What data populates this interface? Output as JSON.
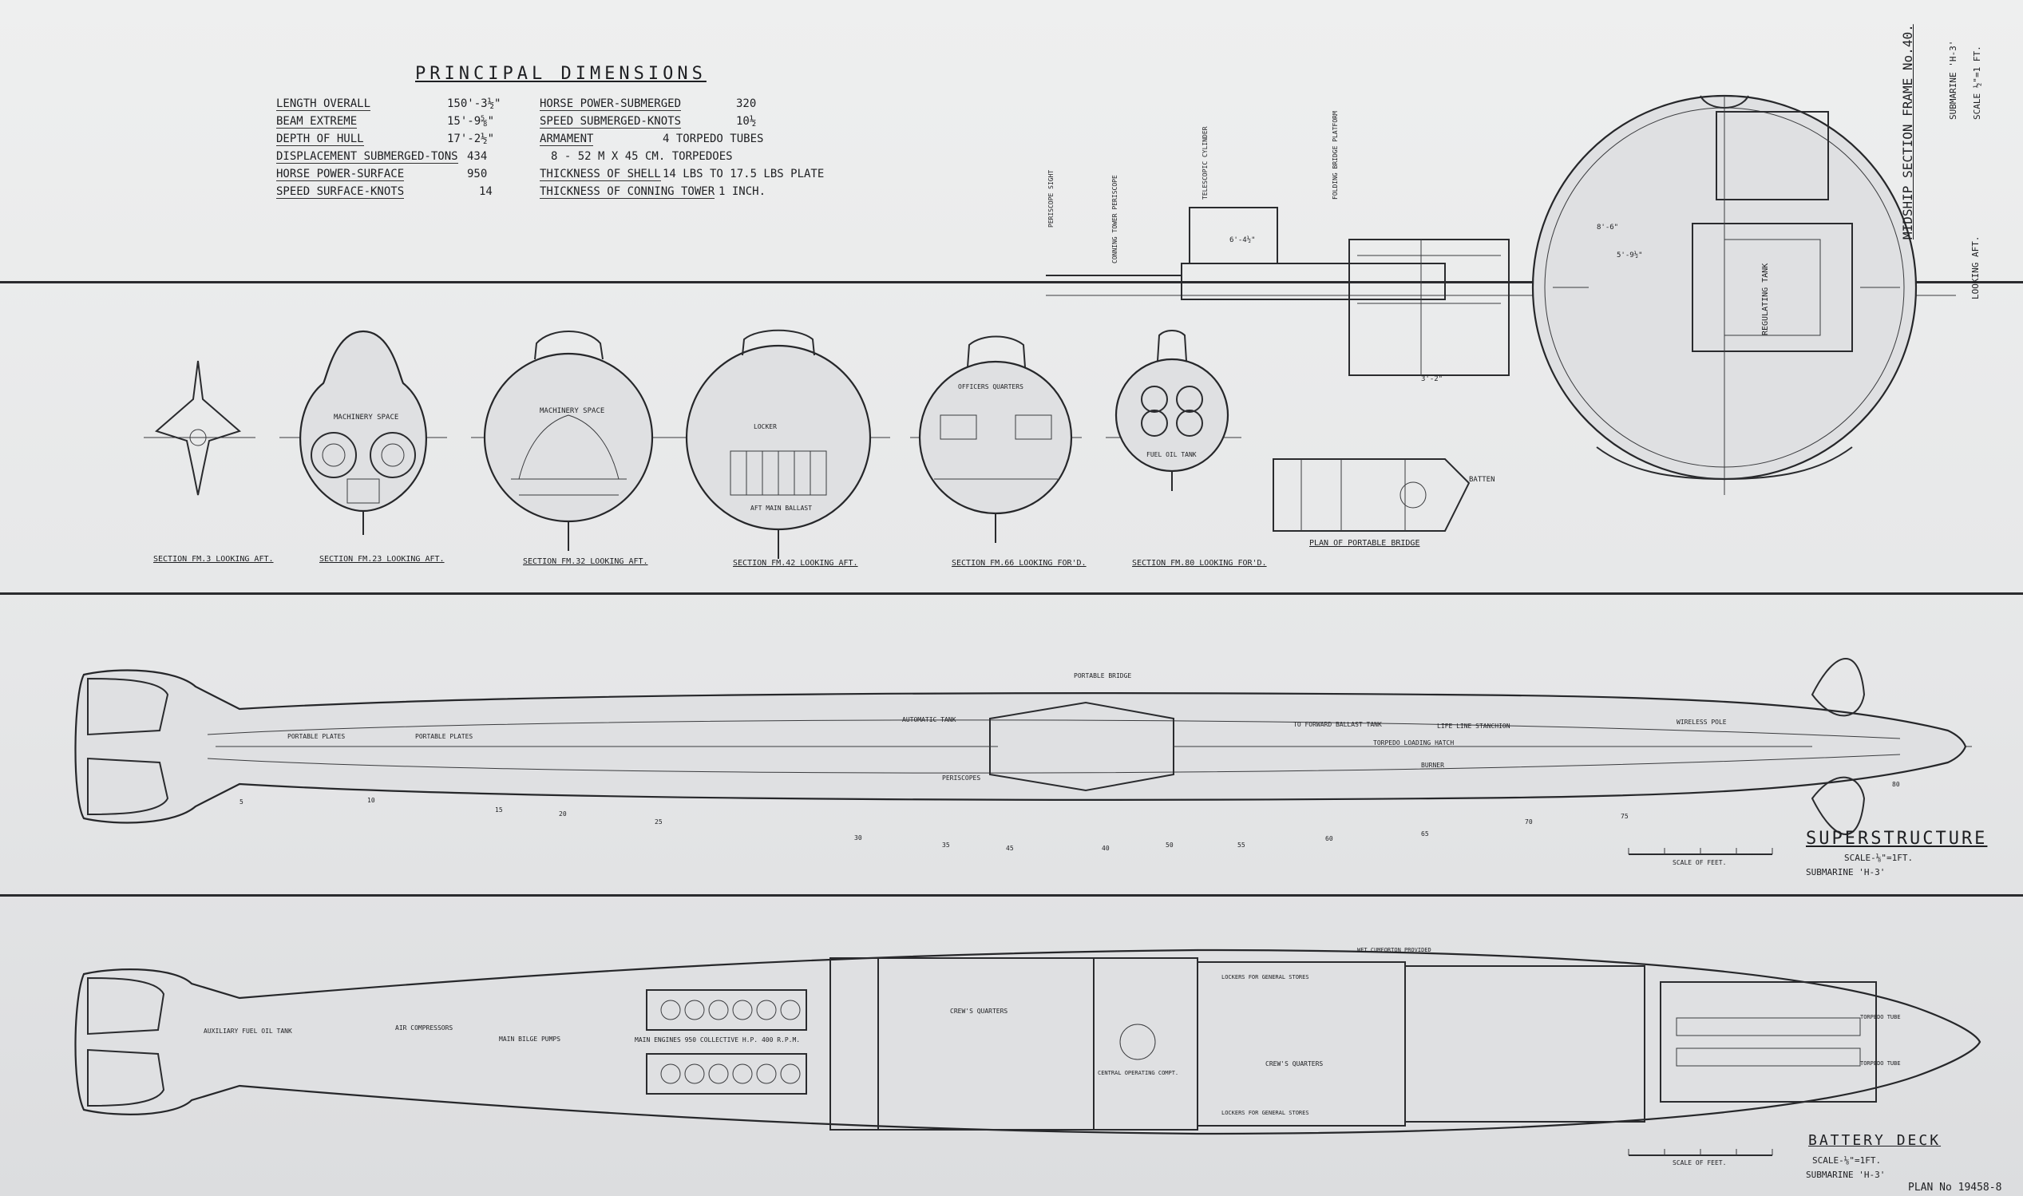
{
  "principal_dimensions": {
    "title": "PRINCIPAL DIMENSIONS",
    "left": [
      {
        "label": "LENGTH OVERALL",
        "value": "150'-3½\""
      },
      {
        "label": "BEAM EXTREME",
        "value": "15'-9⅝\""
      },
      {
        "label": "DEPTH OF HULL",
        "value": "17'-2½\""
      },
      {
        "label": "DISPLACEMENT SUBMERGED-TONS",
        "value": "434"
      },
      {
        "label": "HORSE POWER-SURFACE",
        "value": "950"
      },
      {
        "label": "SPEED SURFACE-KNOTS",
        "value": "14"
      }
    ],
    "right": [
      {
        "label": "HORSE POWER-SUBMERGED",
        "value": "320"
      },
      {
        "label": "SPEED SUBMERGED-KNOTS",
        "value": "10½"
      },
      {
        "label": "ARMAMENT",
        "value": "4 TORPEDO TUBES"
      },
      {
        "label": "",
        "value": "8 - 52 M X 45 CM. TORPEDOES"
      },
      {
        "label": "THICKNESS OF SHELL",
        "value": "14 LBS TO 17.5 LBS PLATE"
      },
      {
        "label": "THICKNESS OF CONNING TOWER",
        "value": "1 INCH."
      }
    ]
  },
  "sections": [
    {
      "caption": "SECTION FM.3 LOOKING AFT."
    },
    {
      "caption": "SECTION FM.23 LOOKING AFT."
    },
    {
      "caption": "SECTION FM.32 LOOKING AFT."
    },
    {
      "caption": "SECTION FM.42 LOOKING AFT."
    },
    {
      "caption": "SECTION FM.66 LOOKING FOR'D."
    },
    {
      "caption": "SECTION FM.80 LOOKING FOR'D."
    }
  ],
  "section_labels": {
    "machinery_space_1": "MACHINERY SPACE",
    "machinery_space_2": "MACHINERY SPACE",
    "officers_quarters": "OFFICERS QUARTERS",
    "aft_main_ballast": "AFT MAIN BALLAST",
    "locker": "LOCKER",
    "fuel_oil_tank": "FUEL OIL TANK"
  },
  "portable_bridge": {
    "caption": "PLAN OF PORTABLE BRIDGE",
    "label": "BATTEN"
  },
  "midship": {
    "title": "MIDSHIP SECTION FRAME No.40.",
    "looking": "LOOKING AFT.",
    "submarine": "SUBMARINE 'H-3'",
    "scale": "SCALE ½\"=1 FT.",
    "regulating_tank": "REGULATING TANK",
    "periscope": "PERISCOPE SIGHT",
    "conning_tower_periscope": "CONNING TOWER PERISCOPE",
    "telescopic_cylinder": "TELESCOPIC CYLINDER",
    "folding_bridge": "FOLDING BRIDGE PLATFORM",
    "dims": [
      "6'-4½\"",
      "3'-2\"",
      "8'-6\"",
      "5'-9½\""
    ]
  },
  "superstructure": {
    "title": "SUPERSTRUCTURE",
    "scale": "SCALE-⅛\"=1FT.",
    "submarine": "SUBMARINE 'H-3'",
    "scale_bar": "SCALE OF FEET.",
    "labels": [
      "PORTABLE PLATES",
      "PORTABLE PLATES",
      "PORTABLE BRIDGE",
      "AUTOMATIC TANK",
      "PERISCOPES",
      "TO FORWARD BALLAST TANK",
      "TORPEDO LOADING HATCH",
      "LIFE LINE STANCHION",
      "WIRELESS POLE",
      "BURNER"
    ]
  },
  "battery_deck": {
    "title": "BATTERY DECK",
    "scale": "SCALE-⅛\"=1FT.",
    "submarine": "SUBMARINE 'H-3'",
    "scale_bar": "SCALE OF FEET.",
    "labels": [
      "AUXILIARY FUEL OIL TANK",
      "AIR COMPRESSORS",
      "MAIN BILGE PUMPS",
      "MAIN ENGINES 950 COLLECTIVE H.P. 400 R.P.M.",
      "CREW'S QUARTERS",
      "CREW'S QUARTERS",
      "CENTRAL OPERATING COMPT.",
      "LOCKERS FOR GENERAL STORES",
      "LOCKERS FOR GENERAL STORES",
      "TORPEDO TUBE",
      "TORPEDO TUBE",
      "WET CUMFORTON PROVIDED"
    ]
  },
  "frame_numbers": [
    "5",
    "10",
    "15",
    "20",
    "25",
    "30",
    "35",
    "40",
    "45",
    "50",
    "55",
    "60",
    "65",
    "70",
    "75",
    "80"
  ],
  "plan_number": "PLAN No 19458-8"
}
